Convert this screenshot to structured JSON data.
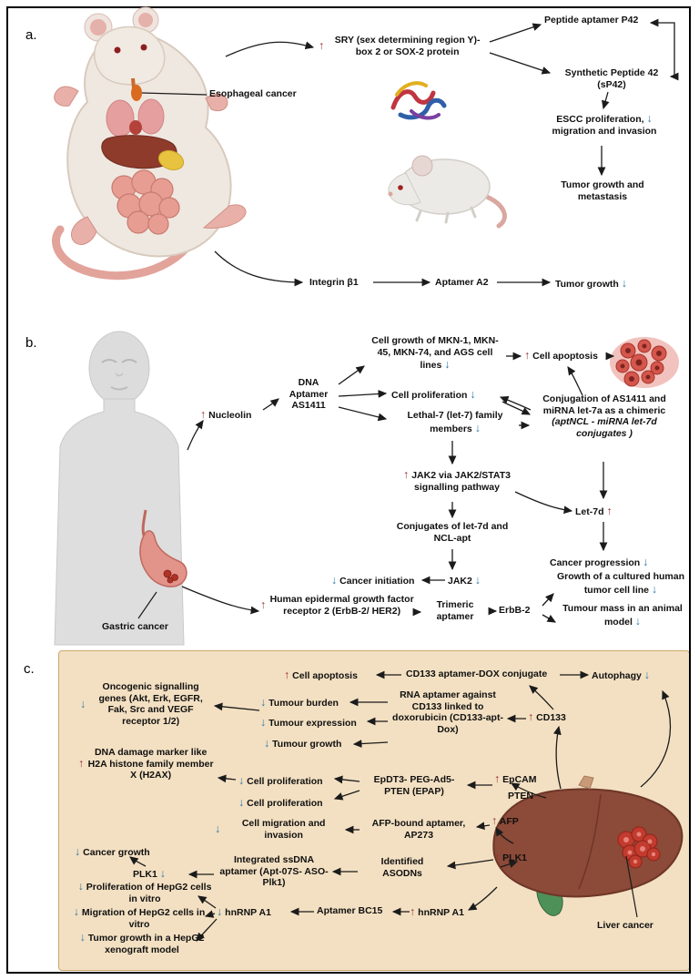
{
  "glyphs": {
    "up": "↑",
    "down": "↓"
  },
  "colors": {
    "up_arrow": "#963234",
    "down_arrow": "#2d7aa6",
    "panel_c_background": "#f3e0c2",
    "connector": "#1b1b1b"
  },
  "panels": {
    "a": "a.",
    "b": "b.",
    "c": "c."
  },
  "a": {
    "esophageal_cancer": "Esophageal cancer",
    "sry": "SRY (sex determining region Y)-box 2 or SOX-2 protein",
    "p42": "Peptide aptamer P42",
    "sp42": "Synthetic Peptide 42 (sP42)",
    "escc_1": "ESCC proliferation,",
    "escc_2": "migration and invasion",
    "tumor_meta": "Tumor growth and metastasis",
    "integrin": "Integrin β1",
    "aptamer_a2": "Aptamer A2",
    "tumor_growth": "Tumor growth"
  },
  "b": {
    "gastric_cancer": "Gastric cancer",
    "nucleolin": "Nucleolin",
    "dna_aptamer": "DNA Aptamer AS1411",
    "cell_growth": "Cell growth of MKN-1, MKN-45, MKN-74, and AGS cell lines",
    "cell_apoptosis": "Cell apoptosis",
    "cell_proliferation": "Cell proliferation",
    "let7": "Lethal-7 (let-7) family members",
    "conjugation": "Conjugation of AS1411 and miRNA let-7a as a chimeric",
    "conjugation_italic": "(aptNCL - miRNA let-7d conjugates )",
    "jak2_pathway": "JAK2 via JAK2/STAT3 signalling pathway",
    "let7d": "Let-7d",
    "conjugates": "Conjugates of let-7d and NCL-apt",
    "cancer_progression": "Cancer progression",
    "cancer_initiation": "Cancer initiation",
    "jak2": "JAK2",
    "growth_cultured": "Growth of a cultured human tumor cell line",
    "her2": "Human epidermal growth factor receptor 2 (ErbB-2/ HER2)",
    "trimeric": "Trimeric aptamer",
    "erbb2": "ErbB-2",
    "tumour_mass": "Tumour mass in an animal model"
  },
  "c": {
    "cell_apoptosis": "Cell apoptosis",
    "cd133_dox": "CD133 aptamer-DOX conjugate",
    "autophagy": "Autophagy",
    "oncogenic": "Oncogenic signalling genes (Akt, Erk, EGFR, Fak, Src and VEGF receptor 1/2)",
    "tumour_burden": "Tumour burden",
    "tumour_expression": "Tumour expression",
    "tumour_growth": "Tumour growth",
    "rna_aptamer": "RNA aptamer against CD133 linked to doxorubicin (CD133-apt-Dox)",
    "cd133": "CD133",
    "dna_damage": "DNA damage marker like H2A histone family member X (H2AX)",
    "cell_proliferation_1": "Cell proliferation",
    "cell_proliferation_2": "Cell proliferation",
    "epdt3": "EpDT3- PEG-Ad5- PTEN (EPAP)",
    "epcam": "EpCAM",
    "pten": "PTEN",
    "cell_migration": "Cell migration and invasion",
    "afp_bound": "AFP-bound aptamer, AP273",
    "afp": "AFP",
    "cancer_growth": "Cancer growth",
    "plk1_down": "PLK1",
    "integrated": "Integrated ssDNA aptamer (Apt-07S- ASO-Plk1)",
    "identified": "Identified ASODNs",
    "plk1_up": "PLK1",
    "prolif_hepg2": "Proliferation of HepG2 cells in vitro",
    "migration_hepg2": "Migration of HepG2 cells in vitro",
    "hnrnp_down": "hnRNP A1",
    "bc15": "Aptamer BC15",
    "hnrnp_up": "hnRNP A1",
    "tumor_xeno": "Tumor growth in a HepG2 xenograft model",
    "liver_cancer": "Liver cancer"
  }
}
